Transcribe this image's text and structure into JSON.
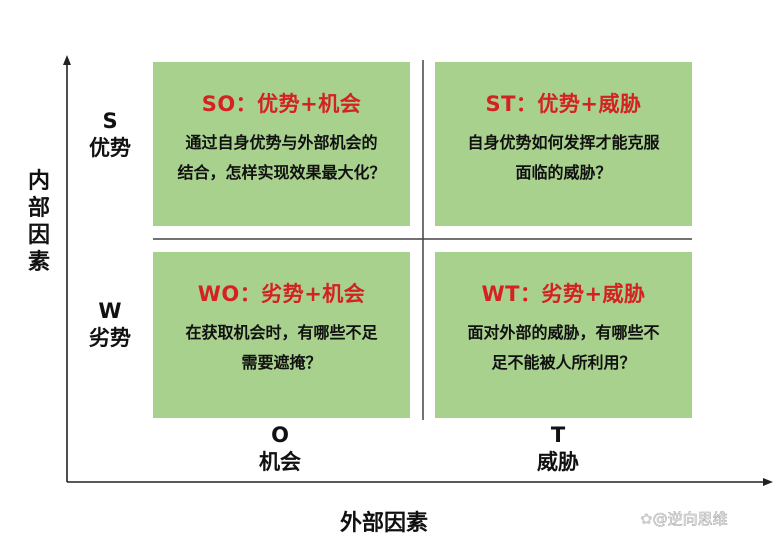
{
  "axes": {
    "vertical_label": "内部因素",
    "horizontal_label": "外部因素"
  },
  "rows": [
    {
      "letter": "S",
      "name": "优势"
    },
    {
      "letter": "W",
      "name": "劣势"
    }
  ],
  "columns": [
    {
      "letter": "O",
      "name": "机会"
    },
    {
      "letter": "T",
      "name": "威胁"
    }
  ],
  "quadrants": [
    {
      "title": "SO：优势+机会",
      "line1": "通过自身优势与外部机会的",
      "line2": "结合，怎样实现效果最大化？"
    },
    {
      "title": "ST：优势+威胁",
      "line1": "自身优势如何发挥才能克服",
      "line2": "面临的威胁？"
    },
    {
      "title": "WO：劣势+机会",
      "line1": "在获取机会时，有哪些不足",
      "line2": "需要遮掩？"
    },
    {
      "title": "WT：劣势+威胁",
      "line1": "面对外部的威胁，有哪些不",
      "line2": "足不能被人所利用？"
    }
  ],
  "watermark": "@逆向思维",
  "colors": {
    "quadrant_fill": "#a9d18e",
    "title_red": "#d42121"
  }
}
